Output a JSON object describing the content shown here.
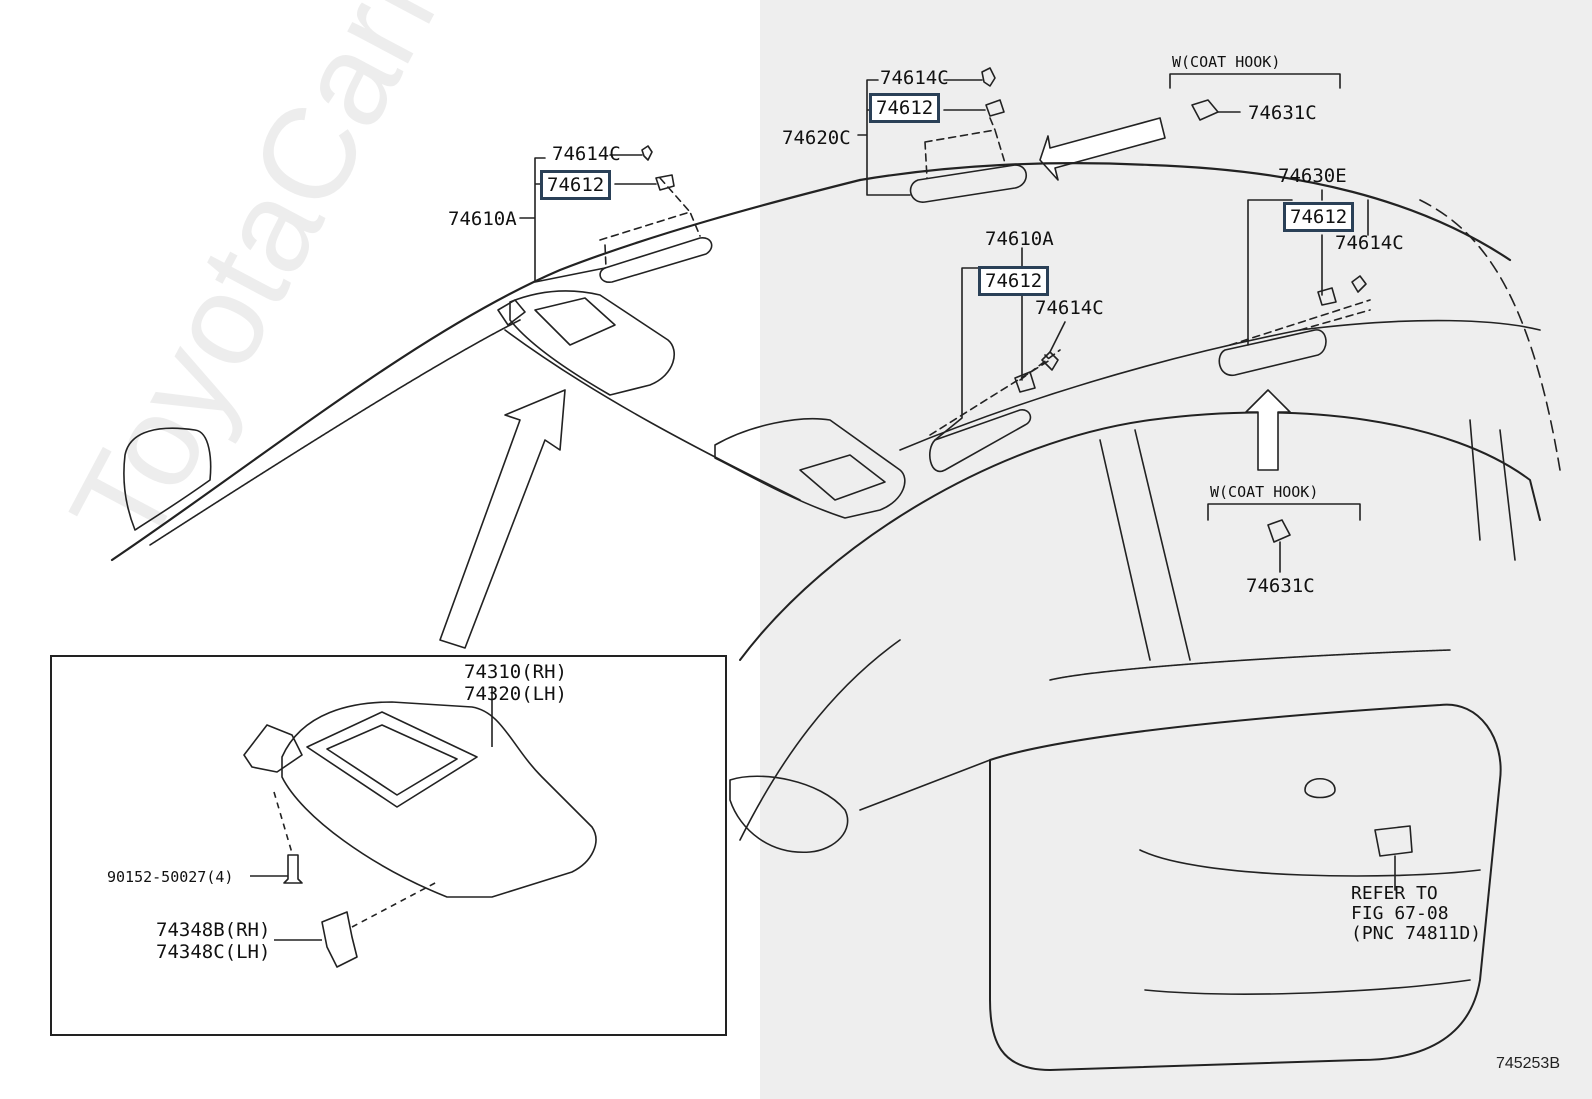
{
  "watermark": "ToyotaCarMine.ru",
  "figure_number": "745253B",
  "callouts": {
    "left_clip": "74614C",
    "left_cover": "74612",
    "left_grip": "74610A",
    "top_clip": "74614C",
    "top_cover": "74612",
    "top_grip": "74620C",
    "coat_hook_top_label": "W(COAT HOOK)",
    "coat_hook_top_part": "74631C",
    "mid_grip": "74610A",
    "mid_cover": "74612",
    "mid_clip": "74614C",
    "right_grip": "74630E",
    "right_cover": "74612",
    "right_clip": "74614C",
    "coat_hook_bottom_label": "W(COAT HOOK)",
    "coat_hook_bottom_part": "74631C",
    "refer_line1": "REFER TO",
    "refer_line2": "FIG 67-08",
    "refer_line3": "(PNC 74811D)"
  },
  "inset": {
    "visor_rh": "74310(RH)",
    "visor_lh": "74320(LH)",
    "screw": "90152-50027(4)",
    "holder_rh": "74348B(RH)",
    "holder_lh": "74348C(LH)"
  }
}
